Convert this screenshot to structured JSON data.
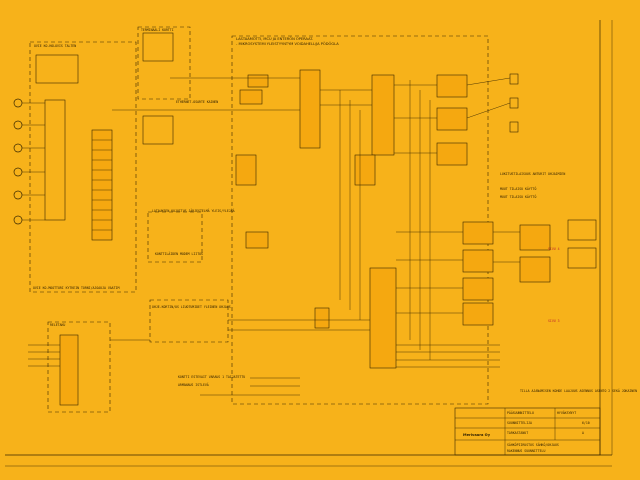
{
  "diagram": {
    "page_title_lines": [
      "LASTAAMOTTI, MCU JA ENTERÖN OPERAAT.",
      "- MIKROSYSTEMI YLEISTYYNTYM VOIDAHELL/JA PÖDÖGLA"
    ],
    "labels": {
      "left_panel_title": "OVIE KO-HOLOVIS TALTEN",
      "left_panel_footer": "OVIE KO-MOOTTORI KYTKEIN TORNI/AJOAUJA VAATIM",
      "ethernet_label": "ETHERNET-OSARTE KAINEN",
      "top_terminal": "TERMINAALI KORTTI",
      "lmoduli": "LATAUKSEN KUJOITUS JÄRJESTELMÄ YLEIS/YLEJÄÄ",
      "center_lower": "KONTTILÄIDEN MODEM LIITOS",
      "lower_center_box": "OHJE-KORTIN/OS LIUOTUMIDET YLEINEN OHJAUS",
      "relay_title": "RELETAKU",
      "bottom_a": "KONTTI ESTEVAIT VARAUS 1 TAIJATETTU",
      "bottom_b": "ARMANAUS ISTLEVÄ",
      "right_a": "LUKITUSTILAISUUS ANTURIT OHJAIMIEN",
      "right_b": "MUUT TILAISU KÄYTTÖ",
      "right_c": "MUUT TILAISU KÄYTTÖ",
      "bottom_right_note": "TILLA AJANAMISEN KOHDE LAAJUUS ASENNUS ASENTO 2 SEKÄ JOKAINEN",
      "red_a": "SIVU 3",
      "red_b": "SIVU 4"
    },
    "title_block": {
      "company": "Merivaara Oy",
      "rows": [
        "PÄÄSUUNNITTELU",
        "SUUNNITTELIJA",
        "TARKASTANUT",
        "HYVÄKSYNYT"
      ],
      "doc_title": "SÄHKÖPIIRUSTUS SÄHKÖ/OHJAUS",
      "doc_sub": "RAKENNUS SUUNNITTELU",
      "sheet_no": "6/10",
      "rev": "A"
    }
  }
}
